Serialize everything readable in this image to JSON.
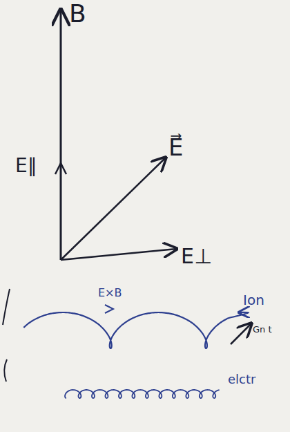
{
  "diagram": {
    "labels": [
      "B",
      "E∥",
      "E⃗",
      "E⊥",
      "E×B",
      "Ion",
      "Gn t",
      "elctr"
    ]
  }
}
